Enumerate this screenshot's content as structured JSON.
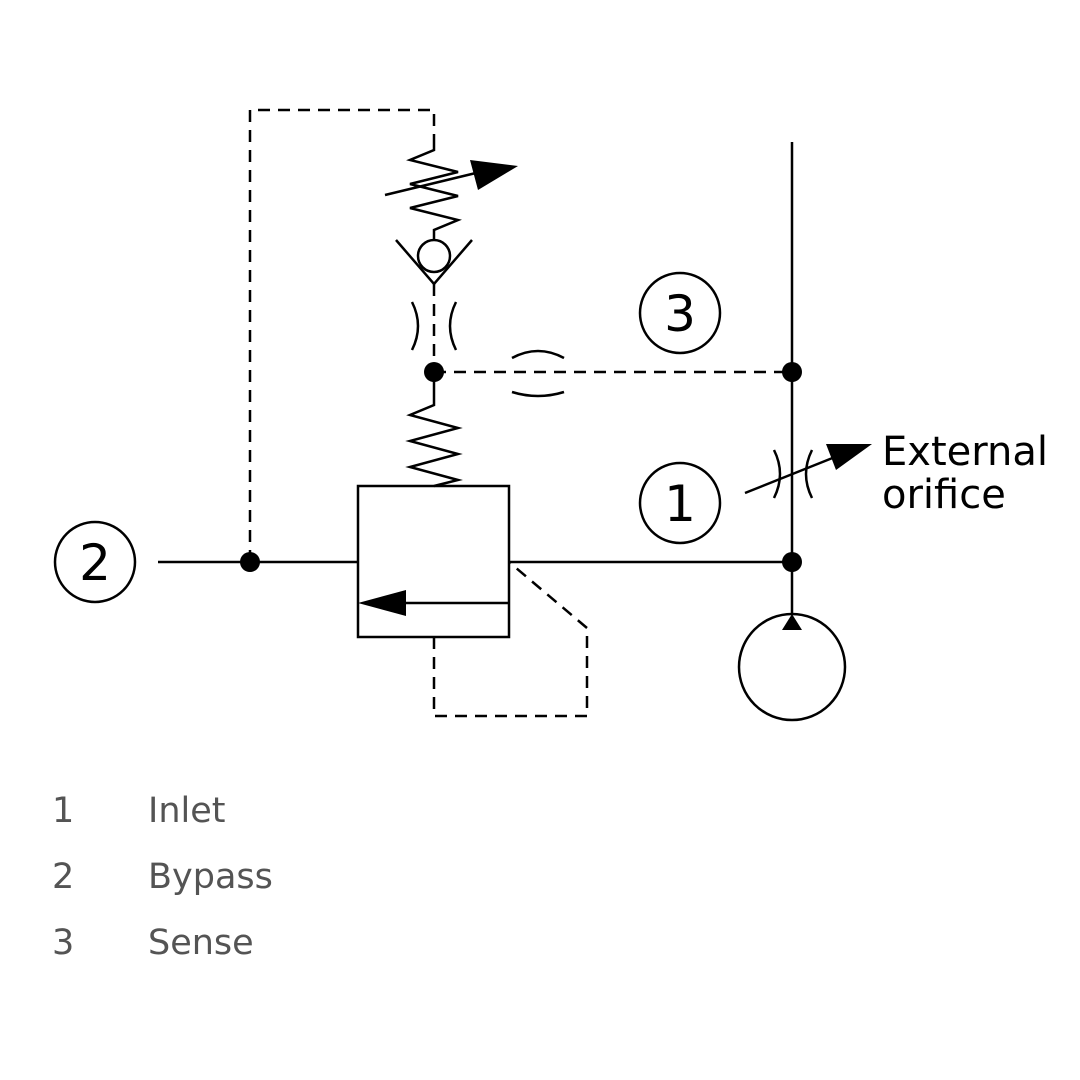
{
  "ports": [
    {
      "number": "1",
      "label": "Inlet"
    },
    {
      "number": "2",
      "label": "Bypass"
    },
    {
      "number": "3",
      "label": "Sense"
    }
  ],
  "callout": {
    "line1": "External",
    "line2": "orifice"
  }
}
